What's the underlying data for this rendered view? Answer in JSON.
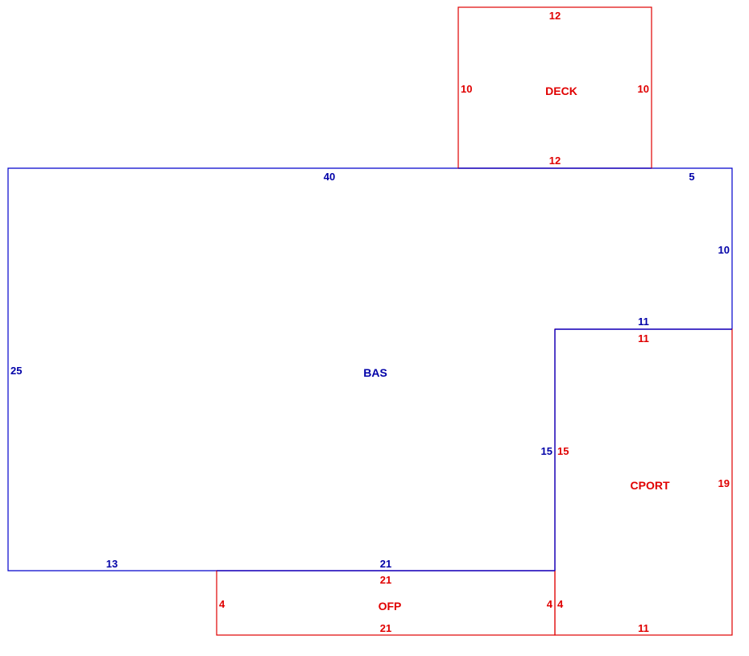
{
  "colors": {
    "living_area": "#0000cc",
    "exterior_area": "#e00000",
    "background": "#ffffff"
  },
  "areas": {
    "bas": {
      "name": "BAS",
      "dims": {
        "top_left": "40",
        "top_right": "5",
        "right": "10",
        "notch_top": "11",
        "notch_left": "15",
        "bottom_right": "21",
        "bottom_left": "13",
        "left": "25"
      }
    },
    "deck": {
      "name": "DECK",
      "dims": {
        "top": "12",
        "bottom": "12",
        "left": "10",
        "right": "10"
      }
    },
    "cport": {
      "name": "CPORT",
      "dims": {
        "top": "11",
        "bottom": "11",
        "left": "15",
        "right": "19",
        "lower_left": "4"
      }
    },
    "ofp": {
      "name": "OFP",
      "dims": {
        "top": "21",
        "bottom": "21",
        "left": "4",
        "right": "4"
      }
    }
  }
}
